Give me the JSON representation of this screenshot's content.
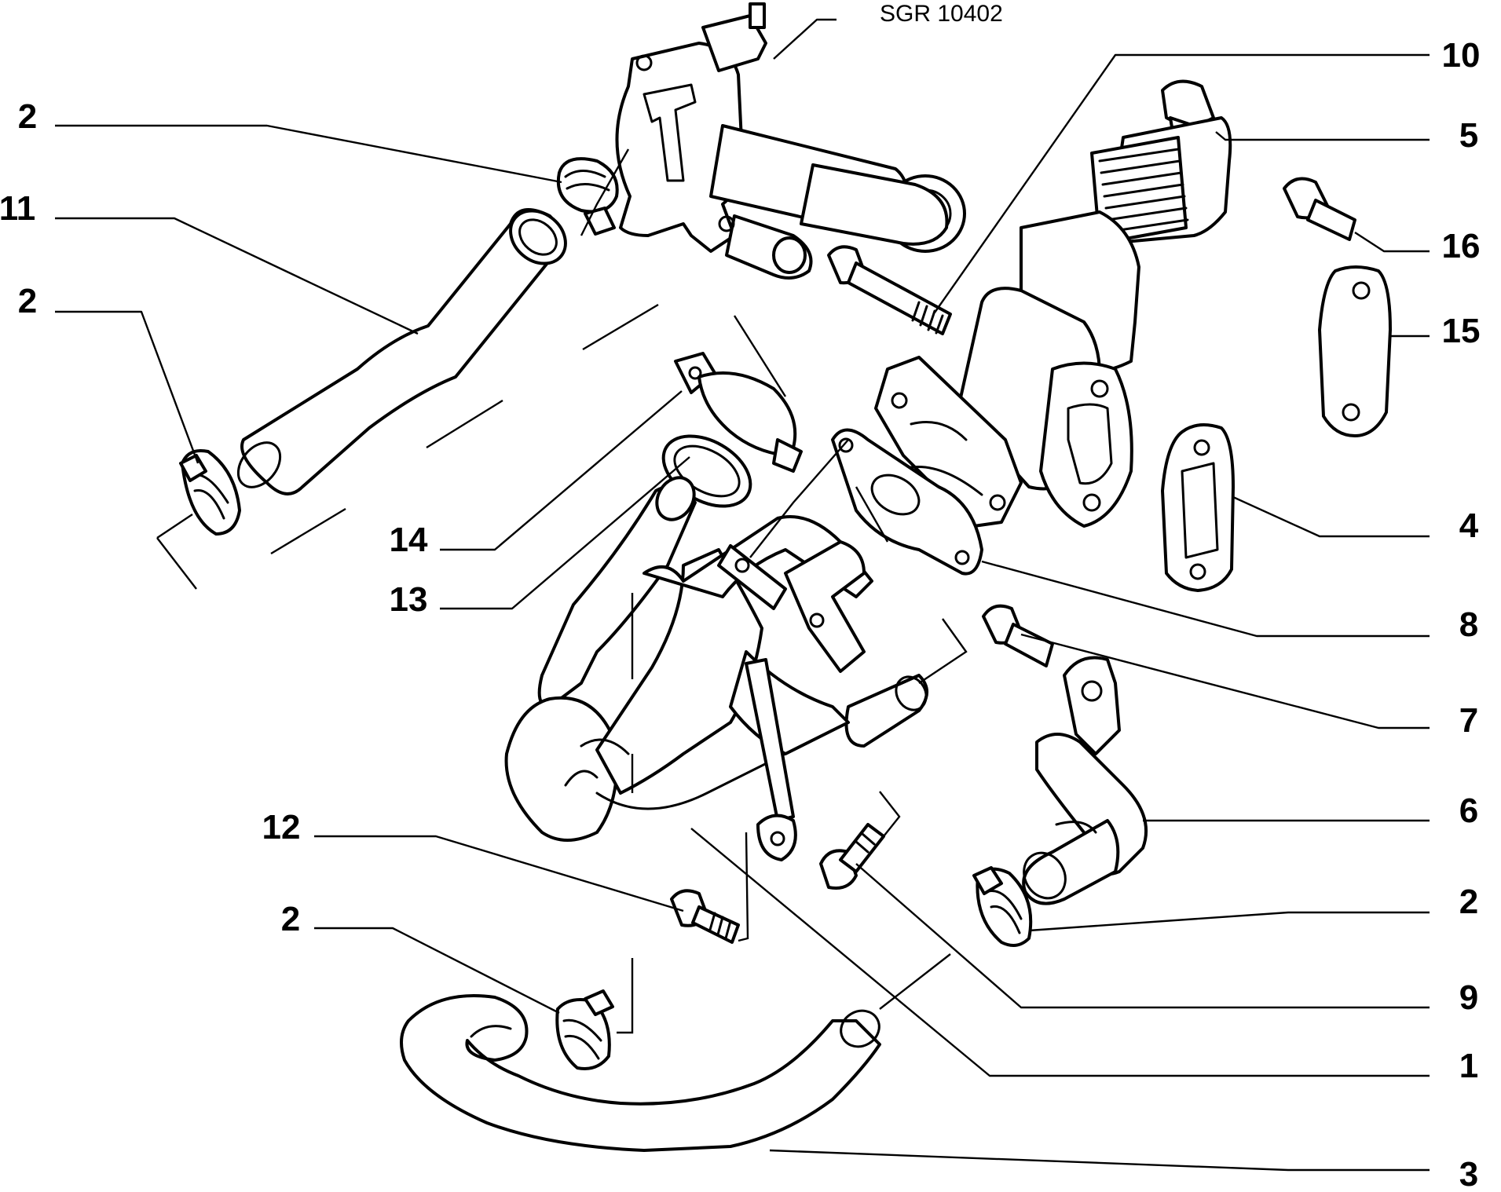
{
  "reference_code": "SGR 10402",
  "callouts": {
    "c10": "10",
    "c5": "5",
    "c16": "16",
    "c15": "15",
    "c4": "4",
    "c8": "8",
    "c7": "7",
    "c6": "6",
    "c2_right": "2",
    "c9": "9",
    "c1": "1",
    "c3": "3",
    "c2_top": "2",
    "c11": "11",
    "c2_mid": "2",
    "c14": "14",
    "c13": "13",
    "c12": "12",
    "c2_bottom": "2"
  },
  "colors": {
    "line": "#000000",
    "background": "#ffffff"
  }
}
